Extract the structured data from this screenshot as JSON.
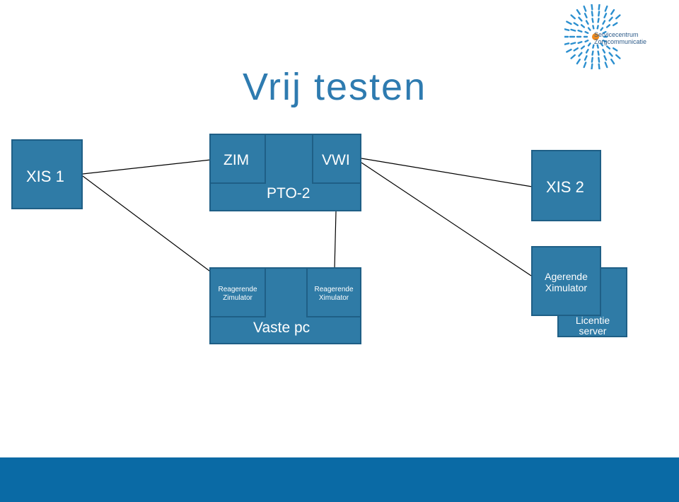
{
  "slide": {
    "title": "Vrij testen"
  },
  "logo": {
    "line1": "Servicecentrum",
    "line2": "Zorgcommunicatie",
    "icon": "sunburst-logo-icon"
  },
  "nodes": {
    "xis1": "XIS 1",
    "xis2": "XIS 2",
    "pto2": {
      "label": "PTO-2",
      "zim": "ZIM",
      "vwi": "VWI"
    },
    "vaste_pc": {
      "label": "Vaste pc",
      "left_line1": "Reagerende",
      "left_line2": "Zimulator",
      "right_line1": "Reagerende",
      "right_line2": "Ximulator"
    },
    "agerende": {
      "line1": "Agerende",
      "line2": "Ximulator"
    },
    "licentie": {
      "line1": "Licentie",
      "line2": "server"
    }
  },
  "colors": {
    "box_fill": "#2f7ba6",
    "box_border": "#1f5f86",
    "title": "#2e7bb0",
    "footer": "#0a6aa5",
    "logo_blue": "#2b8fcf",
    "logo_orange": "#f08a1c"
  }
}
